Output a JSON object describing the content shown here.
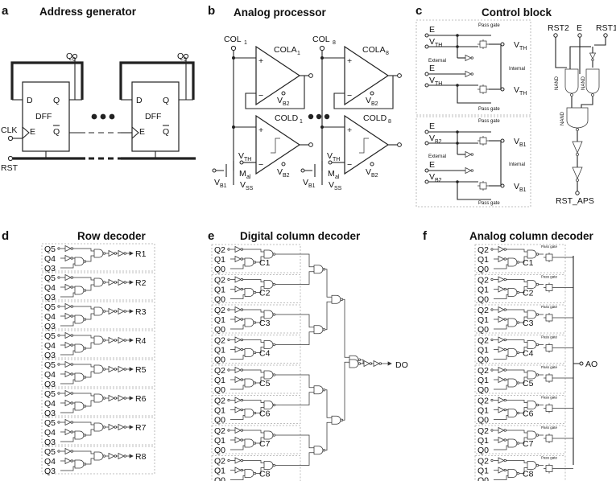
{
  "panels": {
    "a": {
      "letter": "a",
      "title": "Address generator",
      "dff": "DFF",
      "d": "D",
      "q": "Q",
      "qbar": "Q",
      "e": "E",
      "q0": "Q",
      "q0_sub": "0",
      "q5": "Q",
      "q5_sub": "5",
      "clk": "CLK",
      "rst": "RST"
    },
    "b": {
      "letter": "b",
      "title": "Analog processor",
      "col1": "COL",
      "col1_sub": "1",
      "col8": "COL",
      "col8_sub": "8",
      "cola1": "COLA",
      "cola1_sub": "1",
      "cola8": "COLA",
      "cola8_sub": "8",
      "cold1": "COLD",
      "cold1_sub": "1",
      "cold8": "COLD",
      "cold8_sub": "8",
      "vb2": "V",
      "vb2_sub": "B2",
      "vth": "V",
      "vth_sub": "TH",
      "mal": "M",
      "mal_sub": "al",
      "vb1": "V",
      "vb1_sub": "B1",
      "vss": "V",
      "vss_sub": "SS",
      "plus": "+",
      "minus": "−"
    },
    "c": {
      "letter": "c",
      "title": "Control block",
      "pass_gate": "Pass gate",
      "external": "External",
      "internal": "Internal",
      "e": "E",
      "v": "V",
      "th": "TH",
      "b1": "B1",
      "b2": "B2",
      "rst1": "RST1",
      "rst2": "RST2",
      "nand": "NAND",
      "rst_aps": "RST_APS"
    },
    "d": {
      "letter": "d",
      "title": "Row decoder",
      "inputs": [
        "Q5",
        "Q4",
        "Q3"
      ],
      "outputs": [
        "R1",
        "R2",
        "R3",
        "R4",
        "R5",
        "R6",
        "R7",
        "R8"
      ]
    },
    "e": {
      "letter": "e",
      "title": "Digital column decoder",
      "inputs": [
        "Q2",
        "Q1",
        "Q0"
      ],
      "cells": [
        "C1",
        "C2",
        "C3",
        "C4",
        "C5",
        "C6",
        "C7",
        "C8"
      ],
      "output": "DO"
    },
    "f": {
      "letter": "f",
      "title": "Analog column decoder",
      "inputs": [
        "Q2",
        "Q1",
        "Q0"
      ],
      "cells": [
        "C1",
        "C2",
        "C3",
        "C4",
        "C5",
        "C6",
        "C7",
        "C8"
      ],
      "output": "AO",
      "pass_gate": "Pass gate"
    }
  }
}
